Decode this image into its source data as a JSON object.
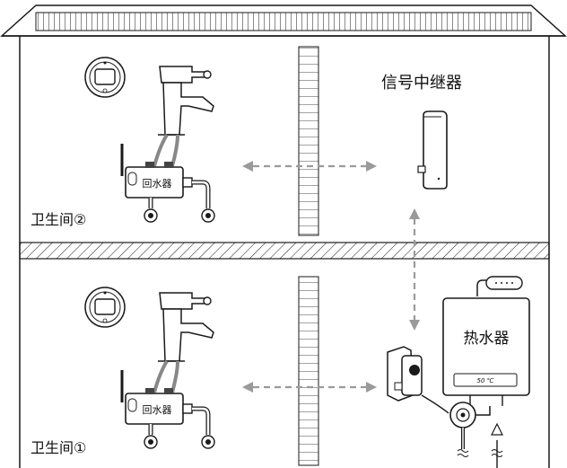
{
  "labels": {
    "relay": "信号中继器",
    "room_upper": "卫生间②",
    "room_lower": "卫生间①",
    "return_valve_upper": "回水器",
    "return_valve_lower": "回水器",
    "heater": "热水器",
    "heater_display": "50 ℃"
  },
  "colors": {
    "line": "#1a1a1a",
    "wall_brick": "#ffffff",
    "arrow": "#9a9a9a",
    "valve_cap": "#444444",
    "heater_screen": "#ffffff"
  }
}
